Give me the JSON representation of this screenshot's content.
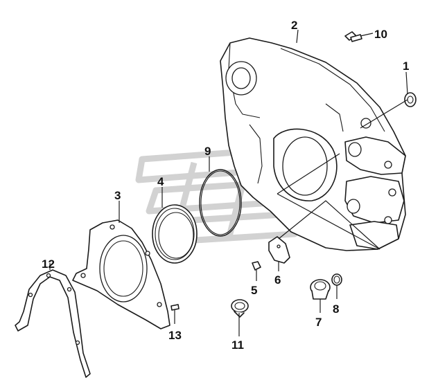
{
  "callouts": [
    {
      "id": "1",
      "part": "plug"
    },
    {
      "id": "2",
      "part": "flywheel-housing"
    },
    {
      "id": "3",
      "part": "rear-seal-carrier"
    },
    {
      "id": "4",
      "part": "oil-seal"
    },
    {
      "id": "5",
      "part": "bolt"
    },
    {
      "id": "6",
      "part": "cover-plate"
    },
    {
      "id": "7",
      "part": "drain-plug"
    },
    {
      "id": "8",
      "part": "sealing-washer"
    },
    {
      "id": "9",
      "part": "o-ring"
    },
    {
      "id": "10",
      "part": "bolt"
    },
    {
      "id": "11",
      "part": "clip"
    },
    {
      "id": "12",
      "part": "gasket"
    },
    {
      "id": "13",
      "part": "dowel-pin"
    }
  ],
  "colors": {
    "line": "#1a1a1a",
    "watermark": "#d2d2d2",
    "background": "#ffffff"
  }
}
